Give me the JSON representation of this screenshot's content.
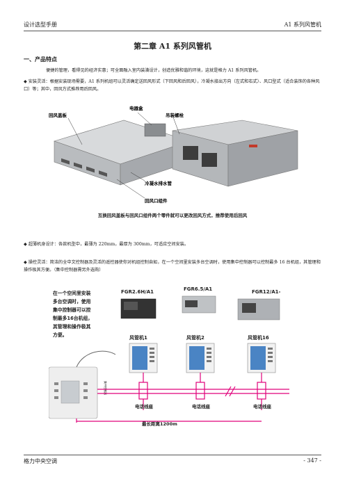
{
  "header": {
    "left": "设计选型手册",
    "right": "A1 系列风管机"
  },
  "footer": {
    "left": "格力中央空调",
    "right": "- 347 -"
  },
  "title": "第二章 A1 系列风管机",
  "section": "一、产品特点",
  "para1": "便捷的管理，看得见的经济实惠；可全面融入室内装潢设计，创造优雅和谐的环境，这就是格力 A1 系列风管机。",
  "para2": "◆ 安装灵活：根据安装现场需要，A1 系列机组可以灵活确定送回风形式（下回风和后回风），冷凝水接出方向（左式和右式）、风口型式（适合装饰的各种风口）等；其中，回风方式推荐用后回风。",
  "fig1": {
    "label_return_panel": "回风盖板",
    "label_electric_box": "电器盒",
    "label_hanging_bolt": "吊装螺栓",
    "label_drain_pipe": "冷凝水排水管",
    "label_return_assembly": "回风口组件",
    "caption": "互换回风盖板与回风口组件两个零件就可以更改回风方式，推荐使用后回风"
  },
  "para3": "◆ 超薄机身设计：各款机型中，最薄为 220mm，最厚为 300mm，可适应空间安装。",
  "para4": "◆ 操控灵活：简洁的全中文控制器及灵活的遥控器使你对机组控制自如，在一个空间里安装多台空调时，使用集中控制器可以控制最多 16 台机组，其管理和操作极其方便。（集中控制器需另外选购）",
  "fig2": {
    "desc_lines": [
      "在一个空间里安装",
      "多台空调时，使用",
      "集中控制器可以控",
      "制最多16台机组，",
      "其管理和操作极其",
      "方便。"
    ],
    "model1": "FGR2.6H/A1",
    "model2": "FGR6.5/A1",
    "model3": "FGR12/A1-",
    "unit1": "风管机1",
    "unit2": "风管机2",
    "unit16": "风管机16",
    "socket1": "电话线座",
    "socket2": "电话线座",
    "socket3": "电话线座",
    "max_distance": "最长距离1200m",
    "vertical_label": "集中控制器"
  },
  "colors": {
    "magenta": "#e0007a",
    "text": "#222222"
  }
}
